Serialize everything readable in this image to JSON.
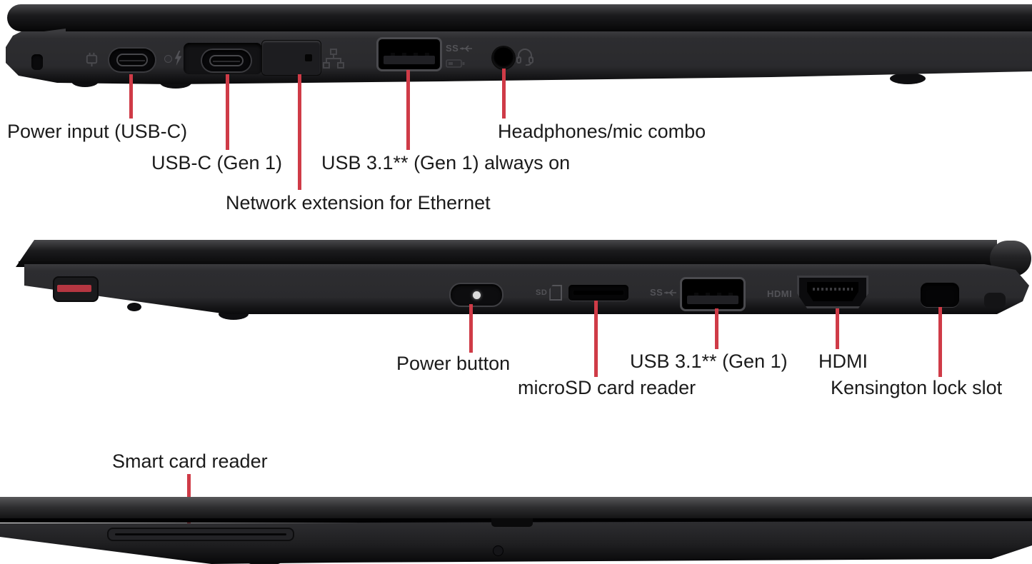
{
  "colors": {
    "background": "#ffffff",
    "leader_line": "#cf3b47",
    "accent_stripe": "#b53641",
    "label_text": "#1b1b1b"
  },
  "views": {
    "left_side": {
      "labels": {
        "power_input": "Power input (USB-C)",
        "usb_c_gen1": "USB-C (Gen 1)",
        "usb_31_always_on": "USB 3.1** (Gen 1) always on",
        "network_extension": "Network extension for Ethernet",
        "headphones": "Headphones/mic combo"
      }
    },
    "right_side": {
      "labels": {
        "power_button": "Power button",
        "microsd": "microSD card reader",
        "usb_31": "USB 3.1** (Gen 1)",
        "hdmi": "HDMI",
        "kensington": "Kensington lock slot"
      }
    },
    "front": {
      "labels": {
        "smart_card": "Smart card reader"
      }
    }
  },
  "port_markings": {
    "superspeed": "SS",
    "hdmi": "HDMI",
    "sd": "SD"
  }
}
